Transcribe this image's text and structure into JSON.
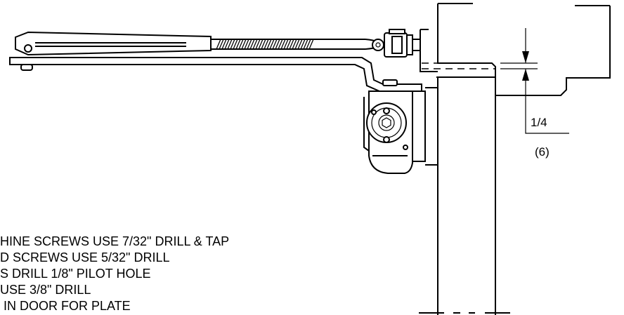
{
  "dimension": {
    "value": "1/4",
    "metric": "(6)"
  },
  "notes": [
    "HINE SCREWS USE 7/32\" DRILL & TAP",
    "D SCREWS USE 5/32\" DRILL",
    "S DRILL 1/8\"  PILOT HOLE",
    "USE 3/8\" DRILL",
    " IN DOOR FOR PLATE"
  ],
  "colors": {
    "line": "#000000",
    "background": "#ffffff"
  }
}
